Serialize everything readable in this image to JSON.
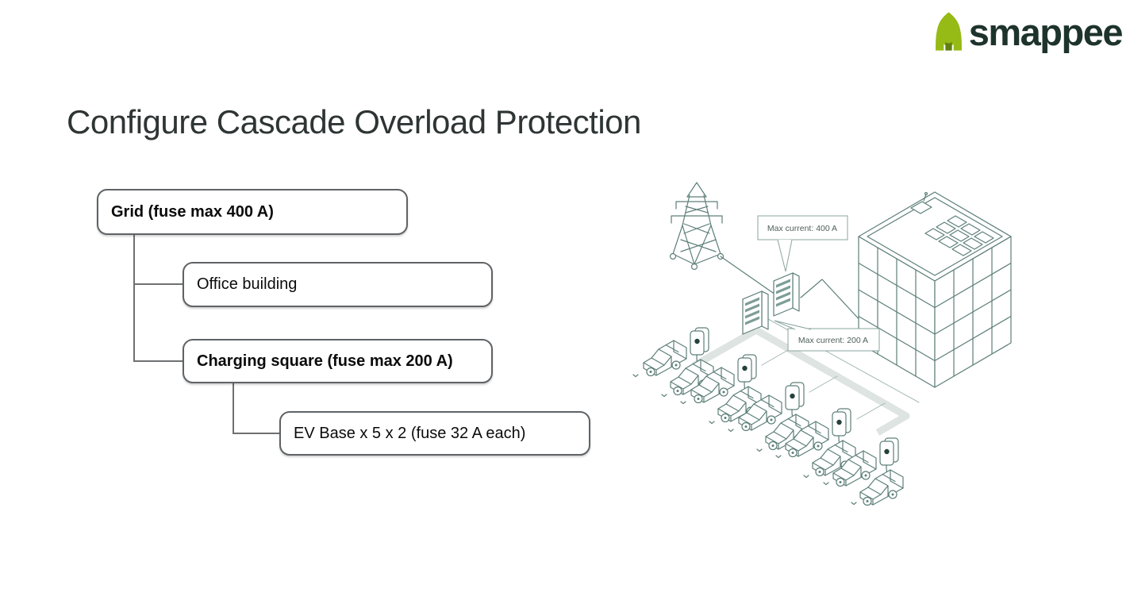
{
  "brand": {
    "name": "smappee",
    "logo_green": "#96ba16",
    "logo_dark_green": "#5f7f0f",
    "text_color": "#1d332c"
  },
  "title": "Configure Cascade Overload Protection",
  "tree": {
    "nodes": [
      {
        "label": "Grid (fuse max 400 A)",
        "style": "bold"
      },
      {
        "label": "Office building",
        "style": "regular"
      },
      {
        "label": "Charging square (fuse max 200 A)",
        "style": "bold"
      },
      {
        "label": "EV Base x 5 x 2 (fuse 32 A each)",
        "style": "regular"
      }
    ]
  },
  "illustration": {
    "callout_grid": "Max current: 400 A",
    "callout_charging": "Max current: 200 A",
    "stroke_color": "#5d7f79",
    "road_color": "#dee4e1"
  }
}
